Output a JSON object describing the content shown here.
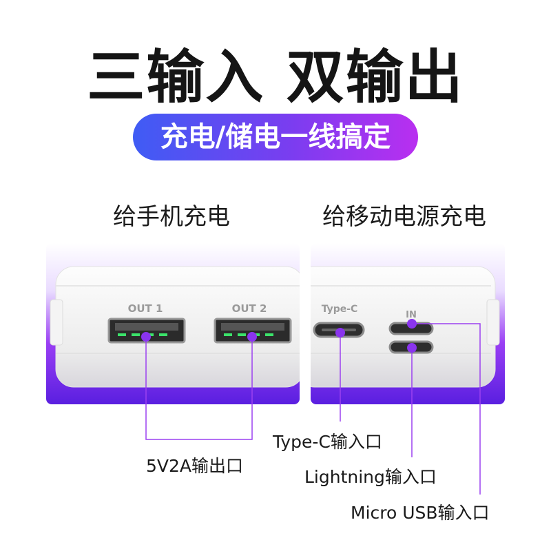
{
  "heading": "三输入 双输出",
  "banner": "充电/储电一线搞定",
  "left_caption": "给手机充电",
  "right_caption": "给移动电源充电",
  "ports": {
    "out1": "OUT 1",
    "out2": "OUT 2",
    "typec": "Type-C",
    "in": "IN"
  },
  "callouts": {
    "output": "5V2A输出口",
    "typec_input": "Type-C输入口",
    "lightning_input": "Lightning输入口",
    "micro_usb_input": "Micro USB输入口"
  },
  "colors": {
    "accent_purple": "#9b40f0",
    "banner_start": "#3f5cf4",
    "banner_end": "#b92ff0"
  }
}
